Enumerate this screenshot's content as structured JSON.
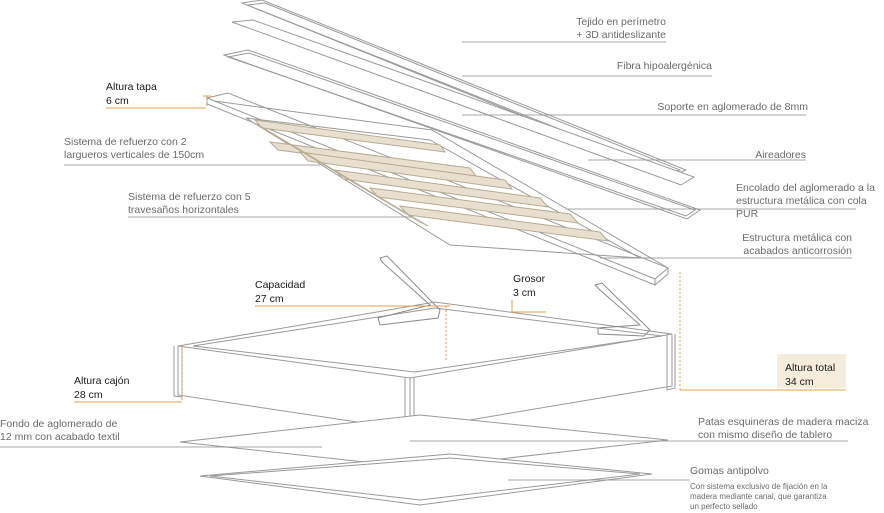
{
  "callouts": {
    "tejido": "Tejido en perímetro\n+ 3D antideslizante",
    "fibra": "Fibra hipoalergénica",
    "soporte": "Soporte en aglomerado de 8mm",
    "aireadores": "Aireadores",
    "encolado": "Encolado del aglomerado a la\nestructura metálica con cola PUR",
    "estructura": "Estructura metálica con\nacabados anticorrosión",
    "largueros": "Sistema de refuerzo con 2\nlargueros verticales de 150cm",
    "travesanos": "Sistema de refuerzo con 5\ntravesaños horizontales",
    "fondo": "Fondo de aglomerado de\n12 mm con acabado textil",
    "patas": "Patas esquineras de madera maciza\ncon mismo diseño de tablero",
    "gomas": "Gomas antipolvo",
    "gomas_detalle": "Con sistema exclusivo de fijación en la\nmadera mediante canal, que garantiza\nun perfecto sellado"
  },
  "measures": {
    "altura_tapa": {
      "title": "Altura tapa",
      "value": "6 cm"
    },
    "capacidad": {
      "title": "Capacidad",
      "value": "27 cm"
    },
    "grosor": {
      "title": "Grosor",
      "value": "3 cm"
    },
    "altura_cajon": {
      "title": "Altura cajón",
      "value": "28 cm"
    },
    "altura_total": {
      "title": "Altura total",
      "value": "34 cm"
    }
  },
  "colors": {
    "line": "#8a8a8a",
    "drawing": "#9a9a9a",
    "accent": "#e0a24a",
    "slat": "#e8dfcf",
    "highlight_box": "#f6ecdc"
  }
}
